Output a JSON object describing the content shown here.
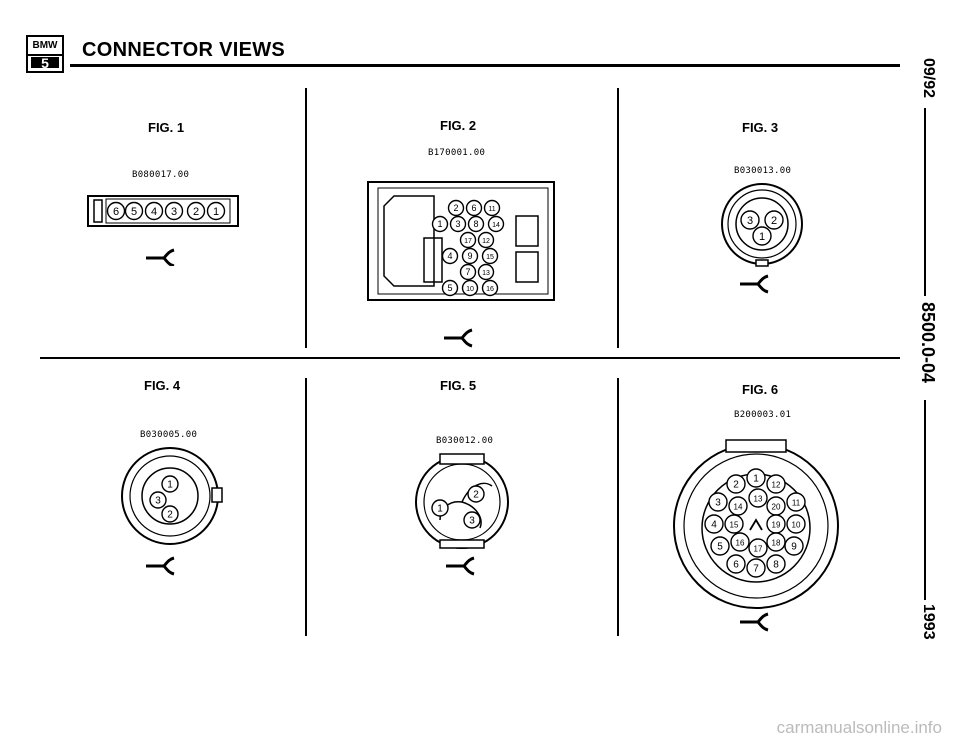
{
  "header": {
    "logo_top": "BMW",
    "logo_bottom": "5",
    "title": "CONNECTOR VIEWS"
  },
  "side": {
    "date": "09/92",
    "doc_number": "8500.0-04",
    "year": "1993"
  },
  "figures": [
    {
      "label": "FIG. 1",
      "code": "B080017.00",
      "pins": [
        "6",
        "5",
        "4",
        "3",
        "2",
        "1"
      ]
    },
    {
      "label": "FIG. 2",
      "code": "B170001.00",
      "pins": [
        "2",
        "6",
        "11",
        "1",
        "3",
        "8",
        "14",
        "17",
        "12",
        "4",
        "9",
        "15",
        "7",
        "13",
        "5",
        "10",
        "16"
      ]
    },
    {
      "label": "FIG. 3",
      "code": "B030013.00",
      "pins": [
        "3",
        "2",
        "1"
      ]
    },
    {
      "label": "FIG. 4",
      "code": "B030005.00",
      "pins": [
        "1",
        "3",
        "2"
      ]
    },
    {
      "label": "FIG. 5",
      "code": "B030012.00",
      "pins": [
        "2",
        "1",
        "3"
      ]
    },
    {
      "label": "FIG. 6",
      "code": "B200003.01",
      "pins": [
        "2",
        "1",
        "12",
        "3",
        "14",
        "13",
        "20",
        "11",
        "4",
        "15",
        "19",
        "10",
        "5",
        "16",
        "17",
        "18",
        "9",
        "6",
        "7",
        "8"
      ]
    }
  ],
  "footer": {
    "watermark": "carmanualsonline.info"
  }
}
